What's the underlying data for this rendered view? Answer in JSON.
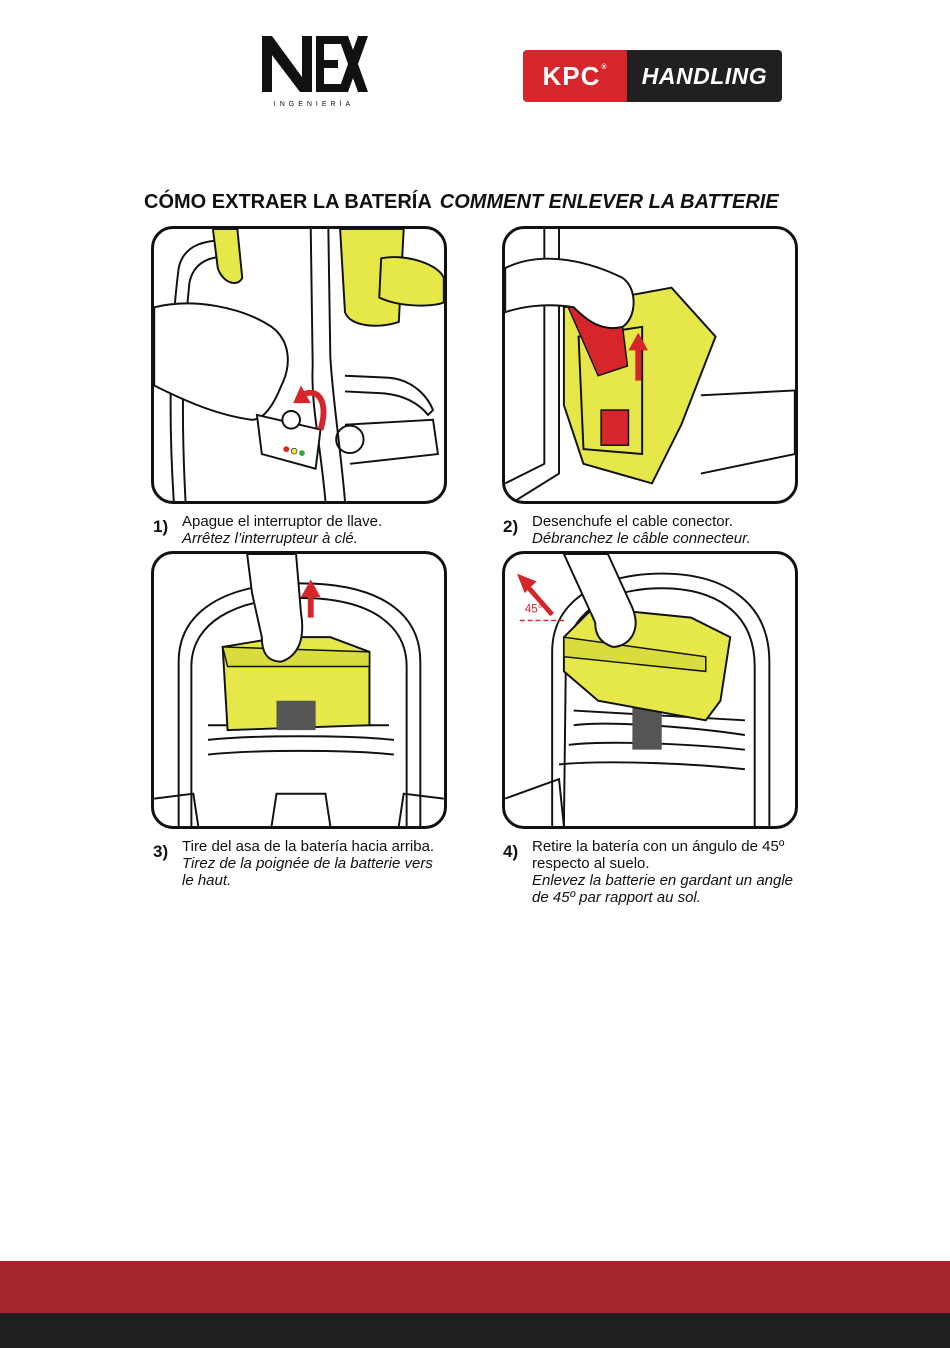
{
  "logos": {
    "nex_text": "NEX",
    "nex_sub": "INGENIERÍA",
    "kpc_text": "KPC",
    "kpc_reg": "®",
    "handling_text": "HANDLING"
  },
  "title": {
    "es": "CÓMO EXTRAER LA BATERÍA",
    "fr": "COMMENT ENLEVER LA BATTERIE"
  },
  "steps": [
    {
      "num": "1)",
      "es": [
        "Apague el interruptor de llave."
      ],
      "fr": [
        "Arrêtez l’interrupteur à clé."
      ]
    },
    {
      "num": "2)",
      "es": [
        "Desenchufe el cable conector."
      ],
      "fr": [
        "Débranchez le câble connecteur."
      ]
    },
    {
      "num": "3)",
      "es": [
        "Tire del asa de la batería hacia arriba."
      ],
      "fr": [
        "Tirez de la poignée de la batterie vers",
        "le haut."
      ]
    },
    {
      "num": "4)",
      "es": [
        "Retire la batería con un ángulo de 45º",
        "respecto al suelo."
      ],
      "fr": [
        "Enlevez la batterie en gardant un angle",
        "de 45º par rapport au sol."
      ]
    }
  ],
  "illustration": {
    "angle_label": "45°"
  },
  "colors": {
    "brand_red": "#d7262b",
    "brand_dark": "#221f20",
    "battery_yellow": "#e6e84a",
    "arrow_red": "#d7262b",
    "footer_red": "#a4252b"
  }
}
